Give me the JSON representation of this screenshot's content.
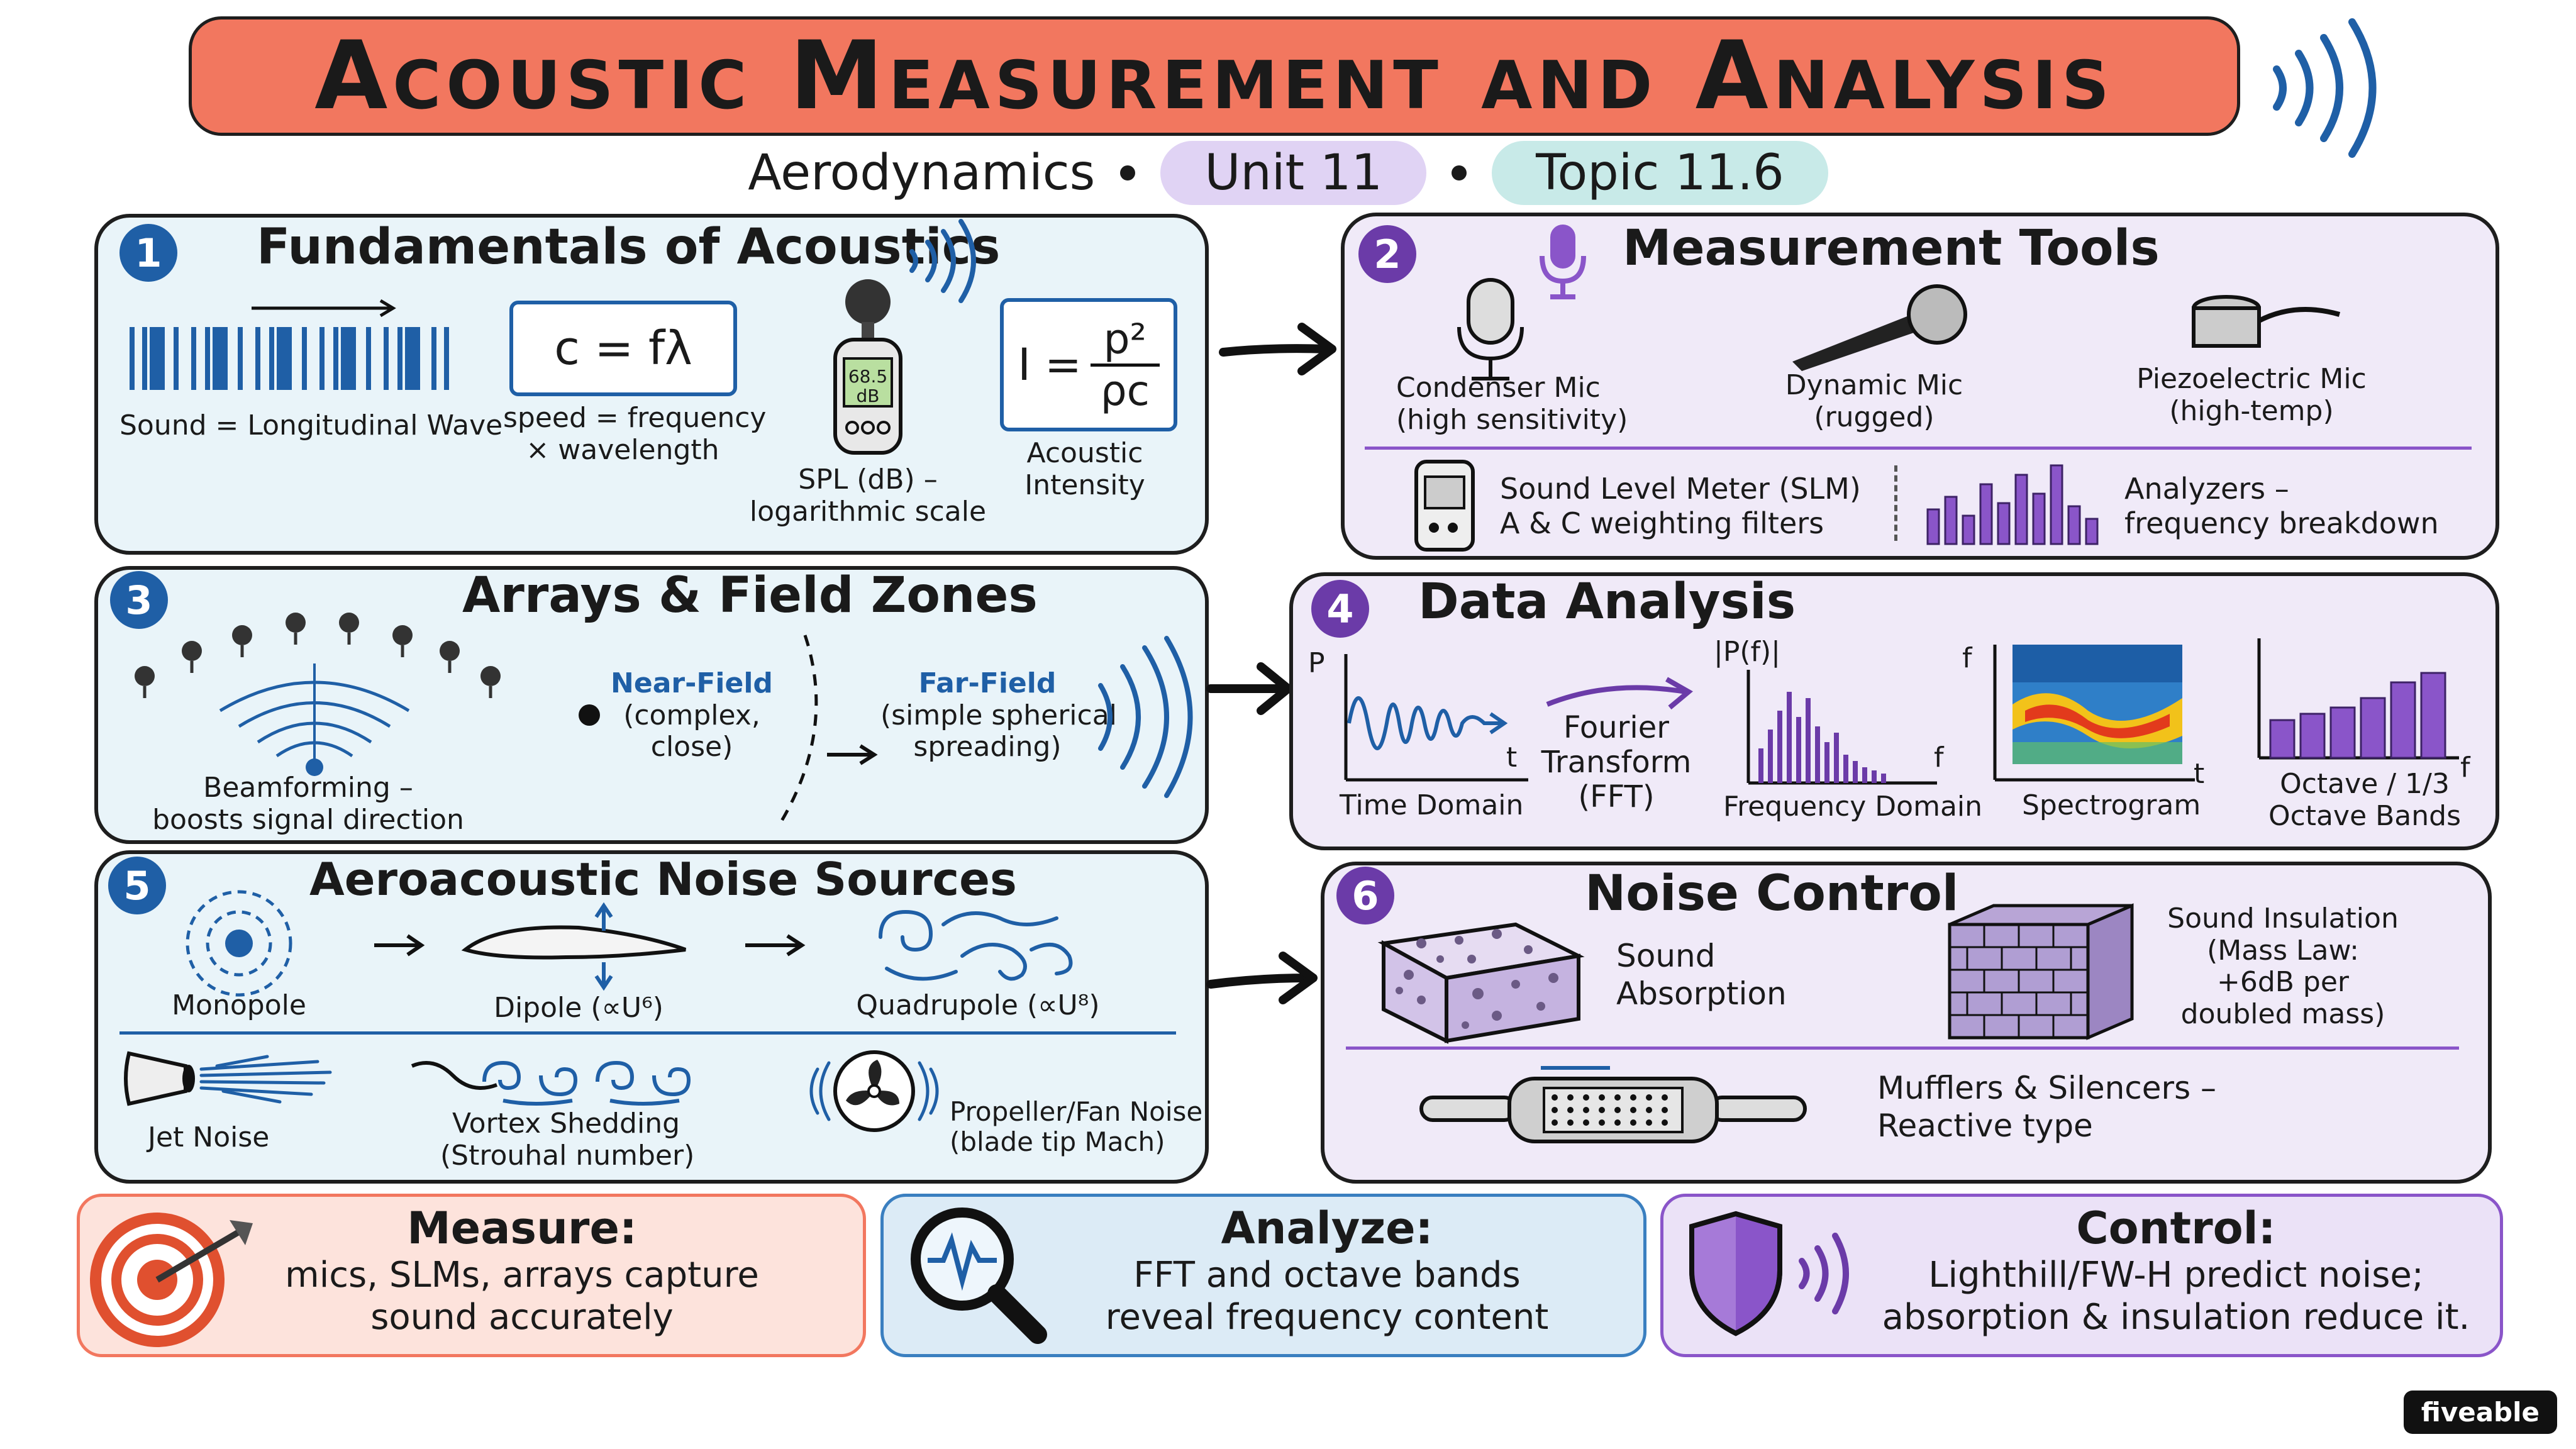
{
  "header": {
    "title": "Acoustic Measurement and Analysis",
    "subject": "Aerodynamics",
    "unit": "Unit 11",
    "topic": "Topic 11.6"
  },
  "panels": {
    "fundamentals": {
      "number": "1",
      "title": "Fundamentals of Acoustics",
      "wave_label": "Sound = Longitudinal Wave",
      "equation": "c = fλ",
      "equation_caption_1": "speed = frequency",
      "equation_caption_2": "× wavelength",
      "meter_reading_1": "68.5",
      "meter_reading_2": "dB",
      "spl_label_1": "SPL (dB) –",
      "spl_label_2": "logarithmic scale",
      "intensity_lhs": "I =",
      "intensity_num": "p²",
      "intensity_den": "ρc",
      "intensity_label_1": "Acoustic",
      "intensity_label_2": "Intensity"
    },
    "tools": {
      "number": "2",
      "title": "Measurement Tools",
      "condenser_1": "Condenser Mic",
      "condenser_2": "(high sensitivity)",
      "dynamic_1": "Dynamic Mic",
      "dynamic_2": "(rugged)",
      "piezo_1": "Piezoelectric Mic",
      "piezo_2": "(high-temp)",
      "slm_1": "Sound Level Meter (SLM)",
      "slm_2": "A & C weighting filters",
      "analyzer_1": "Analyzers –",
      "analyzer_2": "frequency breakdown"
    },
    "arrays": {
      "number": "3",
      "title": "Arrays & Field Zones",
      "beam_1": "Beamforming –",
      "beam_2": "boosts signal direction",
      "near_title": "Near-Field",
      "near_1": "(complex,",
      "near_2": "close)",
      "far_title": "Far-Field",
      "far_1": "(simple spherical",
      "far_2": "spreading)"
    },
    "analysis": {
      "number": "4",
      "title": "Data Analysis",
      "time_y": "P",
      "time_x": "t",
      "time_label": "Time Domain",
      "fourier_1": "Fourier",
      "fourier_2": "Transform",
      "fourier_3": "(FFT)",
      "freq_y": "|P(f)|",
      "freq_x": "f",
      "freq_label": "Frequency Domain",
      "spec_y": "f",
      "spec_x": "t",
      "spec_label": "Spectrogram",
      "oct_x": "f",
      "oct_label_1": "Octave / 1/3",
      "oct_label_2": "Octave Bands"
    },
    "sources": {
      "number": "5",
      "title": "Aeroacoustic Noise Sources",
      "monopole": "Monopole",
      "dipole": "Dipole (∝U⁶)",
      "quadrupole": "Quadrupole (∝U⁸)",
      "jet": "Jet Noise",
      "vortex_1": "Vortex Shedding",
      "vortex_2": "(Strouhal number)",
      "prop_1": "Propeller/Fan Noise",
      "prop_2": "(blade tip Mach)"
    },
    "control": {
      "number": "6",
      "title": "Noise Control",
      "absorption_1": "Sound",
      "absorption_2": "Absorption",
      "insulation_1": "Sound Insulation",
      "insulation_2": "(Mass Law:",
      "insulation_3": "+6dB per",
      "insulation_4": "doubled mass)",
      "muffler_1": "Mufflers & Silencers –",
      "muffler_2": "Reactive type"
    }
  },
  "summary": {
    "measure_title": "Measure:",
    "measure_1": "mics, SLMs, arrays capture",
    "measure_2": "sound accurately",
    "analyze_title": "Analyze:",
    "analyze_1": "FFT and octave bands",
    "analyze_2": "reveal frequency content",
    "control_title": "Control:",
    "control_1": "Lighthill/FW-H predict noise;",
    "control_2": "absorption & insulation reduce it."
  },
  "brand": "fiveable",
  "colors": {
    "title_banner": "#f2775f",
    "blue_accent": "#1f5fa6",
    "purple_accent": "#6b3ba8",
    "blue_panel": "#e9f4f9",
    "purple_panel": "#f0eaf8",
    "measure_bg": "#fde3dc",
    "analyze_bg": "#dcebf6",
    "control_bg": "#ebe2f7"
  }
}
